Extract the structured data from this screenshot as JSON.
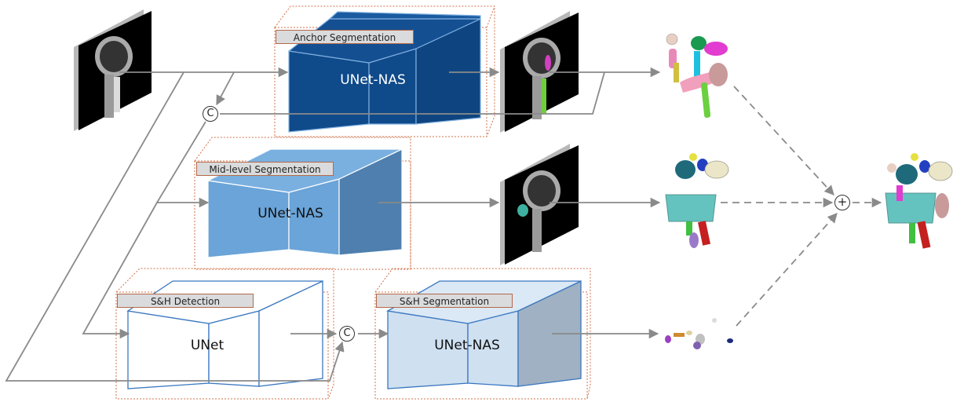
{
  "stages": {
    "anchor": {
      "title": "Anchor Segmentation",
      "network": "UNet-NAS"
    },
    "midlevel": {
      "title": "Mid-level Segmentation",
      "network": "UNet-NAS"
    },
    "sh_detection": {
      "title": "S&H Detection",
      "network": "UNet"
    },
    "sh_segmentation": {
      "title": "S&H Segmentation",
      "network": "UNet-NAS"
    }
  },
  "operators": {
    "concat": "C",
    "combine": "+"
  },
  "colors": {
    "anchor_net": "#0f4a8a",
    "midlevel_net": "#6aa4d8",
    "sh_segmentation_net": "#c5daee",
    "sh_detection_net": "#ffffff",
    "dotted_box": "#d2704a",
    "arrow": "#8a8a8a",
    "label_fill": "#d9dbdc"
  },
  "icons": [
    "ct-scan-image",
    "ct-scan-anchor-overlay",
    "ct-scan-midlevel-overlay",
    "anchor-3d-organs",
    "midlevel-3d-organs",
    "sh-3d-organs",
    "final-3d-organs"
  ]
}
